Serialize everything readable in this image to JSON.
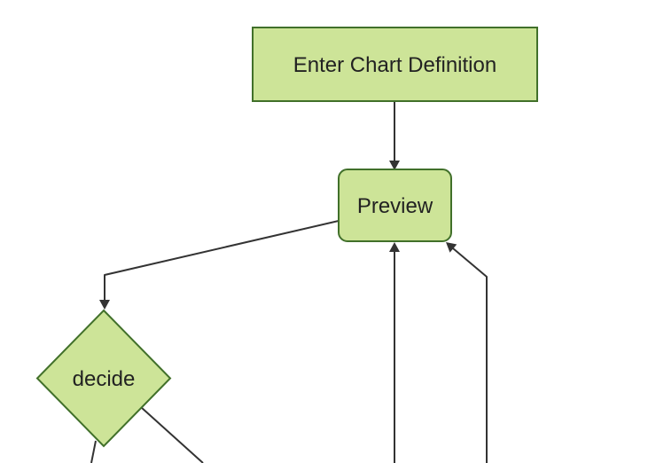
{
  "diagram": {
    "type": "flowchart",
    "nodes": [
      {
        "id": "enter-chart-definition",
        "shape": "rectangle",
        "label": "Enter Chart Definition"
      },
      {
        "id": "preview",
        "shape": "rounded-rect",
        "label": "Preview"
      },
      {
        "id": "decide",
        "shape": "diamond",
        "label": "decide"
      }
    ],
    "edges": [
      {
        "from": "enter-chart-definition",
        "to": "preview",
        "arrowhead": true
      },
      {
        "from": "preview",
        "to": "decide",
        "arrowhead": true
      },
      {
        "from": "offscreen-bottom",
        "to": "preview",
        "arrowhead": true
      },
      {
        "from": "offscreen-bottom-right",
        "to": "preview",
        "arrowhead": true
      },
      {
        "from": "decide",
        "to": "offscreen-bottom-left",
        "arrowhead": false
      },
      {
        "from": "decide",
        "to": "offscreen-bottom-right",
        "arrowhead": false
      }
    ]
  },
  "colors": {
    "node_fill": "#cde498",
    "node_stroke": "#41702a",
    "line": "#333333",
    "text": "#222222",
    "background": "#ffffff"
  }
}
